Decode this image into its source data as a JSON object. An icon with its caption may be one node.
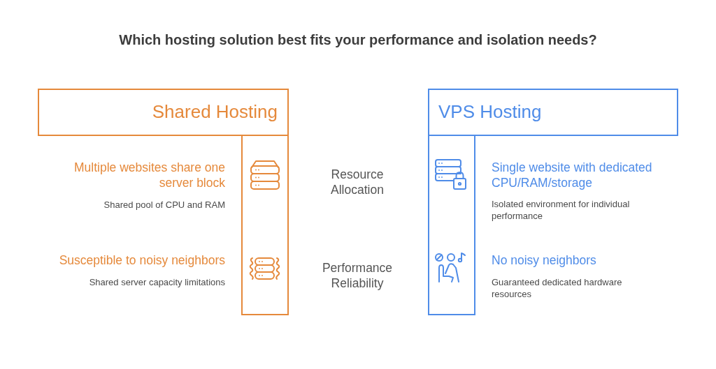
{
  "diagram": {
    "title": "Which hosting solution best fits your performance and isolation needs?",
    "nodes": [
      {
        "text": [
          "Shared Hosting"
        ]
      },
      {
        "text": [
          "VPS Hosting"
        ]
      }
    ],
    "labels": [
      "Multiple websites share one server block",
      "Shared pool of CPU and RAM",
      "Resource Allocation",
      "Single website with dedicated CPU/RAM/storage",
      "Isolated environment for individual performance",
      "Susceptible to noisy neighbors",
      "Shared server capacity limitations",
      "Performance Reliability",
      "No noisy neighbors",
      "Guaranteed dedicated hardware resources"
    ]
  }
}
